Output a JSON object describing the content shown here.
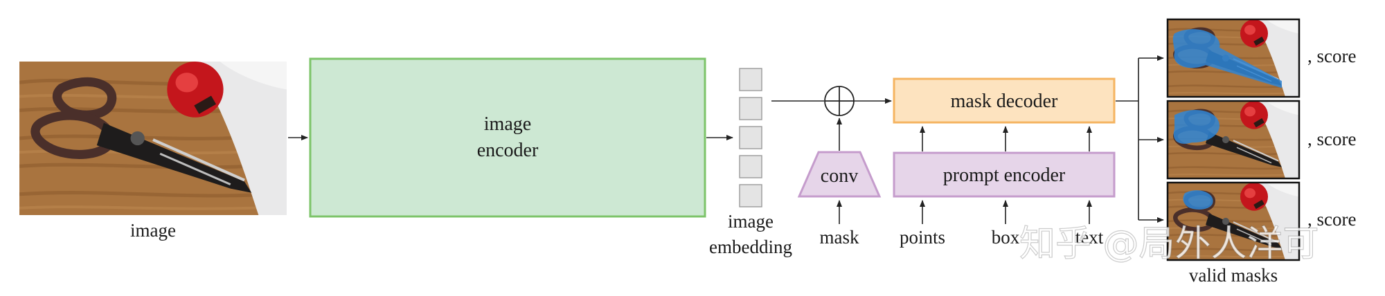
{
  "diagram": {
    "input_label": "image",
    "encoder_label_line1": "image",
    "encoder_label_line2": "encoder",
    "embedding_label_line1": "image",
    "embedding_label_line2": "embedding",
    "conv_label": "conv",
    "mask_label": "mask",
    "mask_decoder_label": "mask decoder",
    "prompt_encoder_label": "prompt encoder",
    "points_label": "points",
    "box_label": "box",
    "text_label": "text",
    "score_label_1": ", score",
    "score_label_2": ", score",
    "score_label_3": ", score",
    "valid_masks_label": "valid masks",
    "watermark": "知乎 @局外人洋可"
  },
  "colors": {
    "encoder_fill": "#cde8d3",
    "encoder_stroke": "#7dc46a",
    "decoder_fill": "#fde3bf",
    "decoder_stroke": "#f5b461",
    "prompt_fill": "#e6d5e9",
    "prompt_stroke": "#c59ccc",
    "embedding_fill": "#e4e4e4",
    "mask_blue": "#2f86d6"
  }
}
